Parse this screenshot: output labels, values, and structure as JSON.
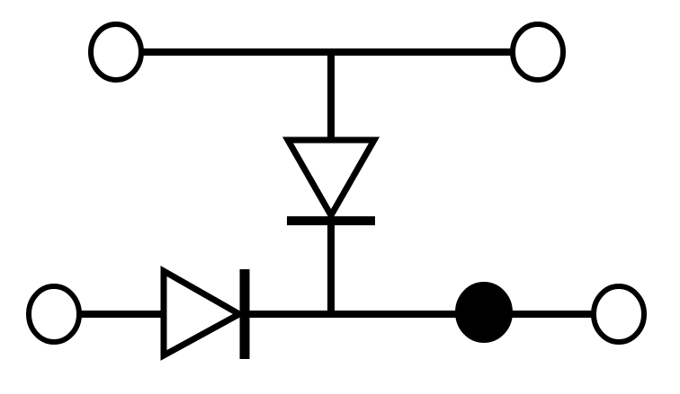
{
  "diagram": {
    "type": "circuit-schematic",
    "background_color": "#ffffff",
    "stroke_color": "#000000",
    "terminals": [
      {
        "id": "terminal-top-left",
        "style": "open"
      },
      {
        "id": "terminal-top-right",
        "style": "open"
      },
      {
        "id": "terminal-bottom-left",
        "style": "open"
      },
      {
        "id": "terminal-bottom-right",
        "style": "open"
      }
    ],
    "junctions": [
      {
        "id": "junction-bottom",
        "style": "filled"
      }
    ],
    "components": [
      {
        "id": "diode-vertical",
        "kind": "diode",
        "direction": "down"
      },
      {
        "id": "diode-horizontal",
        "kind": "diode",
        "direction": "right"
      }
    ]
  }
}
